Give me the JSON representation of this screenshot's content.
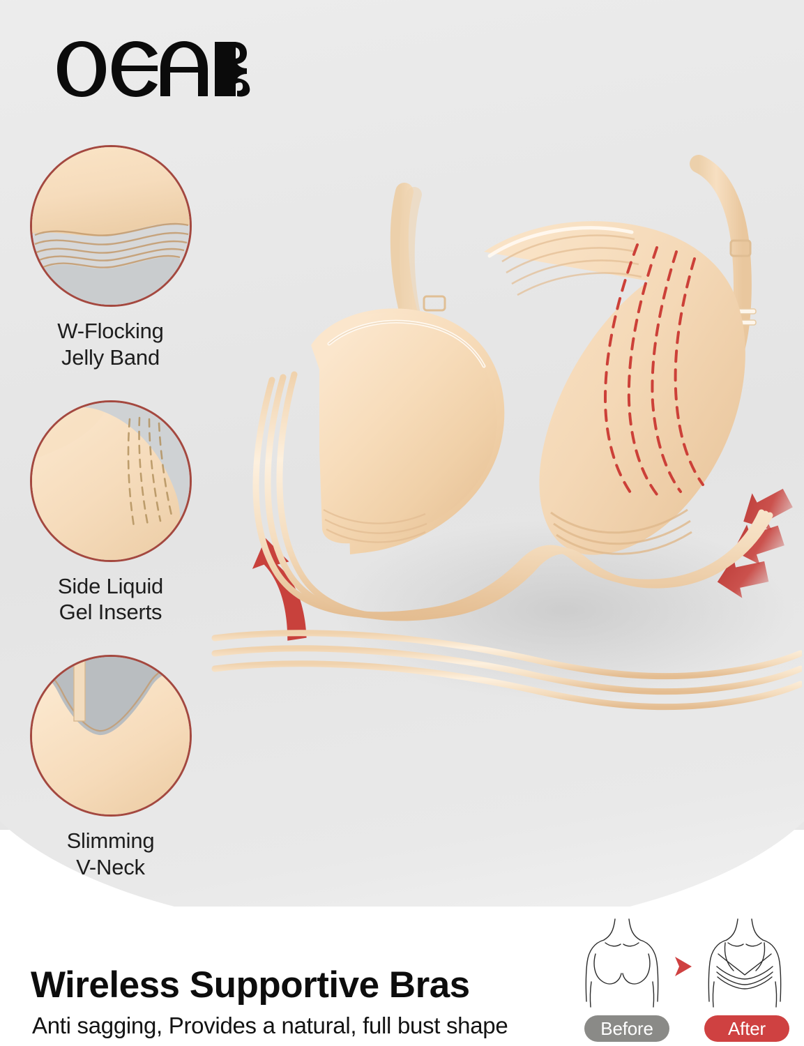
{
  "brand": {
    "logo_text": "OEAK",
    "logo_name": "oeak-logo"
  },
  "colors": {
    "background_grey": "#e8e8e8",
    "panel_white": "#ffffff",
    "circle_border": "#a4483f",
    "fabric_nude": "#f3d7b4",
    "fabric_nude_dark": "#e4bf96",
    "fabric_nude_light": "#fae6cd",
    "accent_red": "#cf4141",
    "arrow_red": "#c8413c",
    "badge_grey": "#8a8a87",
    "text_dark": "#1d1d1d"
  },
  "features": [
    {
      "id": "w-flocking-jelly-band",
      "label": "W-Flocking\nJelly Band",
      "detail": "close-up of wavy jelly band stripes at the bottom edge of the bra"
    },
    {
      "id": "side-liquid-gel-inserts",
      "label": "Side Liquid\nGel Inserts",
      "detail": "close-up of dashed stitch lines on the side panel"
    },
    {
      "id": "slimming-v-neck",
      "label": "Slimming\nV-Neck",
      "detail": "close-up of the V-shaped neckline trim"
    }
  ],
  "product": {
    "name": "wireless supportive bra",
    "color": "nude / beige",
    "annotations": {
      "lift_arrow": "curved red arrow pointing up at the cup",
      "side_arrows_count": 3,
      "side_arrows": "three red arrows pointing up and inward at the side panel",
      "dashed_seams": "red dashed support seam lines on the side panel",
      "band_waves": "nude wavy W-shaped band lines below the bra"
    }
  },
  "marketing": {
    "headline": "Wireless Supportive Bras",
    "subhead": "Anti sagging, Provides a natural, full bust shape"
  },
  "comparison": {
    "before_label": "Before",
    "after_label": "After",
    "arrow": "red chevron pointing right",
    "before_desc": "line drawing of a torso with unsupported bust",
    "after_desc": "line drawing of a torso wearing the bra with lifted bust"
  }
}
